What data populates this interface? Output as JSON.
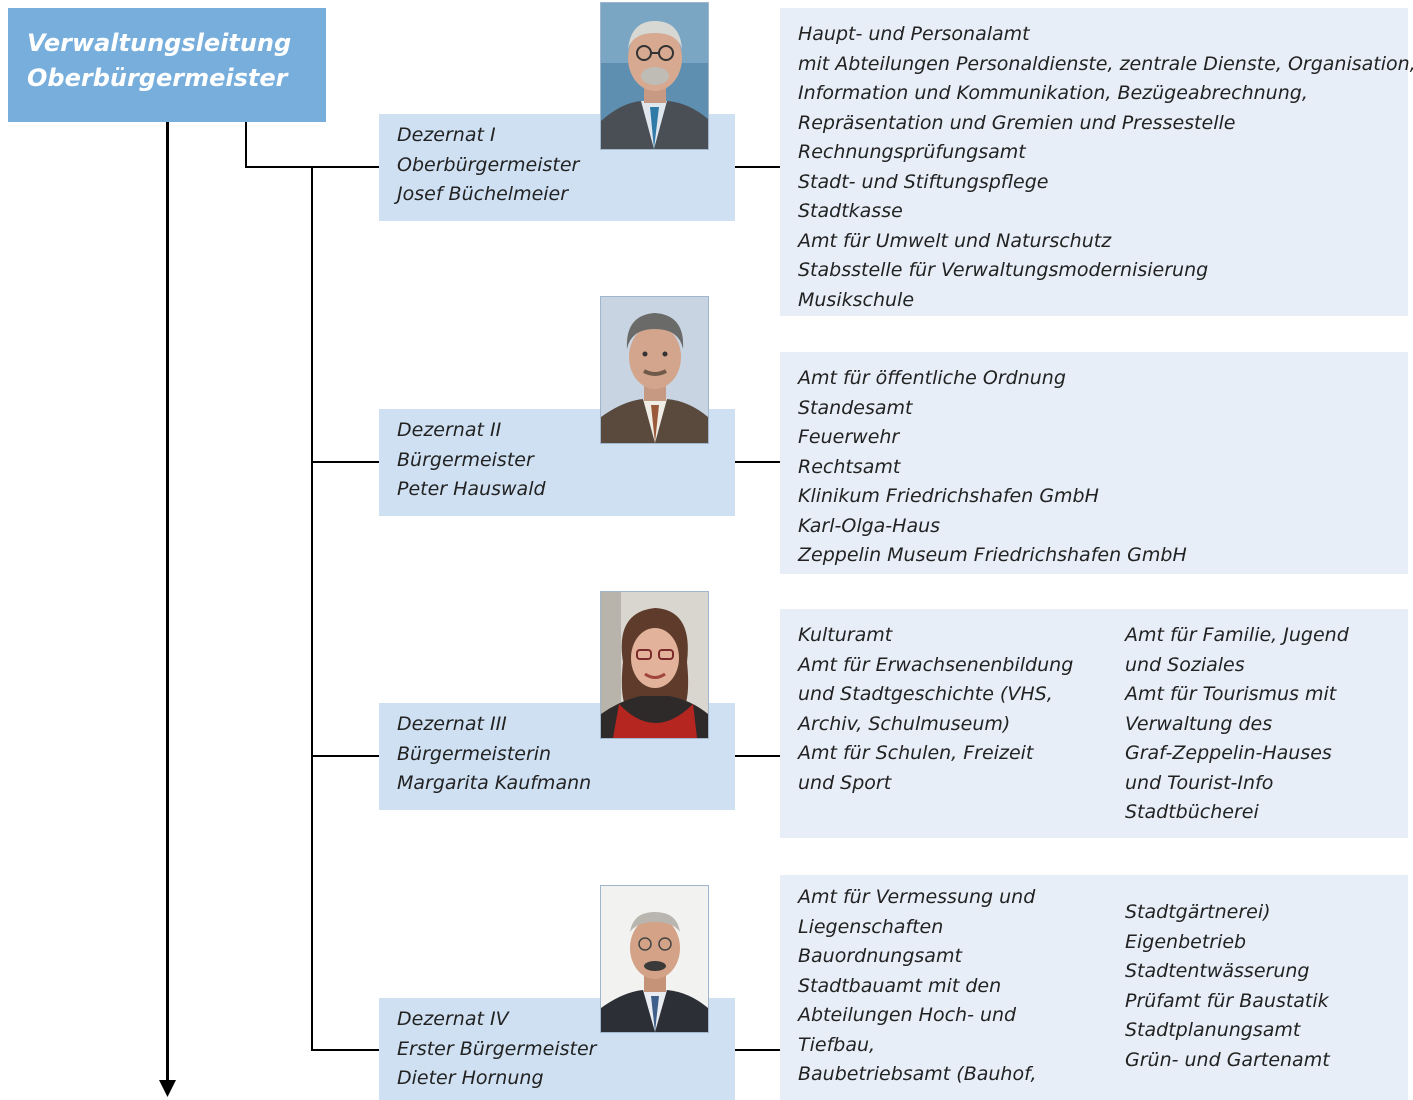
{
  "head": {
    "line1": "Verwaltungsleitung",
    "line2": "Oberbürgermeister"
  },
  "dezernate": [
    {
      "lines": [
        "Dezernat I",
        "Oberbürgermeister",
        "Josef Büchelmeier"
      ],
      "units_left": [
        "Haupt- und Personalamt",
        "mit Abteilungen Personaldienste, zentrale Dienste, Organisation,",
        "Information und Kommunikation, Bezügeabrechnung,",
        "Repräsentation und Gremien und Pressestelle",
        "Rechnungsprüfungsamt",
        "Stadt- und Stiftungspflege",
        "Stadtkasse",
        "Amt für Umwelt und Naturschutz",
        "Stabsstelle für Verwaltungsmodernisierung",
        "Musikschule"
      ]
    },
    {
      "lines": [
        "Dezernat II",
        "Bürgermeister",
        "Peter Hauswald"
      ],
      "units_left": [
        "Amt für öffentliche Ordnung",
        "Standesamt",
        "Feuerwehr",
        "Rechtsamt",
        "Klinikum Friedrichshafen GmbH",
        "Karl-Olga-Haus",
        "Zeppelin Museum Friedrichshafen GmbH"
      ]
    },
    {
      "lines": [
        "Dezernat III",
        "Bürgermeisterin",
        "Margarita Kaufmann"
      ],
      "units_left": [
        "Kulturamt",
        "Amt für Erwachsenenbildung",
        "und Stadtgeschichte (VHS,",
        "Archiv, Schulmuseum)",
        "Amt für Schulen, Freizeit",
        "und Sport"
      ],
      "units_right": [
        "Amt für Familie, Jugend",
        "und Soziales",
        "Amt für Tourismus mit",
        "Verwaltung des",
        "Graf-Zeppelin-Hauses",
        "und Tourist-Info",
        "Stadtbücherei"
      ]
    },
    {
      "lines": [
        "Dezernat IV",
        "Erster Bürgermeister",
        "Dieter Hornung"
      ],
      "units_left": [
        "Amt für Vermessung und",
        "Liegenschaften",
        "Bauordnungsamt",
        "Stadtbauamt mit den",
        "Abteilungen Hoch- und",
        "Tiefbau,",
        "Baubetriebsamt (Bauhof,"
      ],
      "units_right": [
        "Stadtgärtnerei)",
        "Eigenbetrieb",
        "Stadtentwässerung",
        "Prüfamt für Baustatik",
        "Stadtplanungsamt",
        "Grün- und Gartenamt"
      ]
    }
  ],
  "colors": {
    "head_bg": "#77aedc",
    "dezernat_bg": "#cfe0f2",
    "unit_bg": "#e7eef7",
    "connector": "#000000"
  }
}
